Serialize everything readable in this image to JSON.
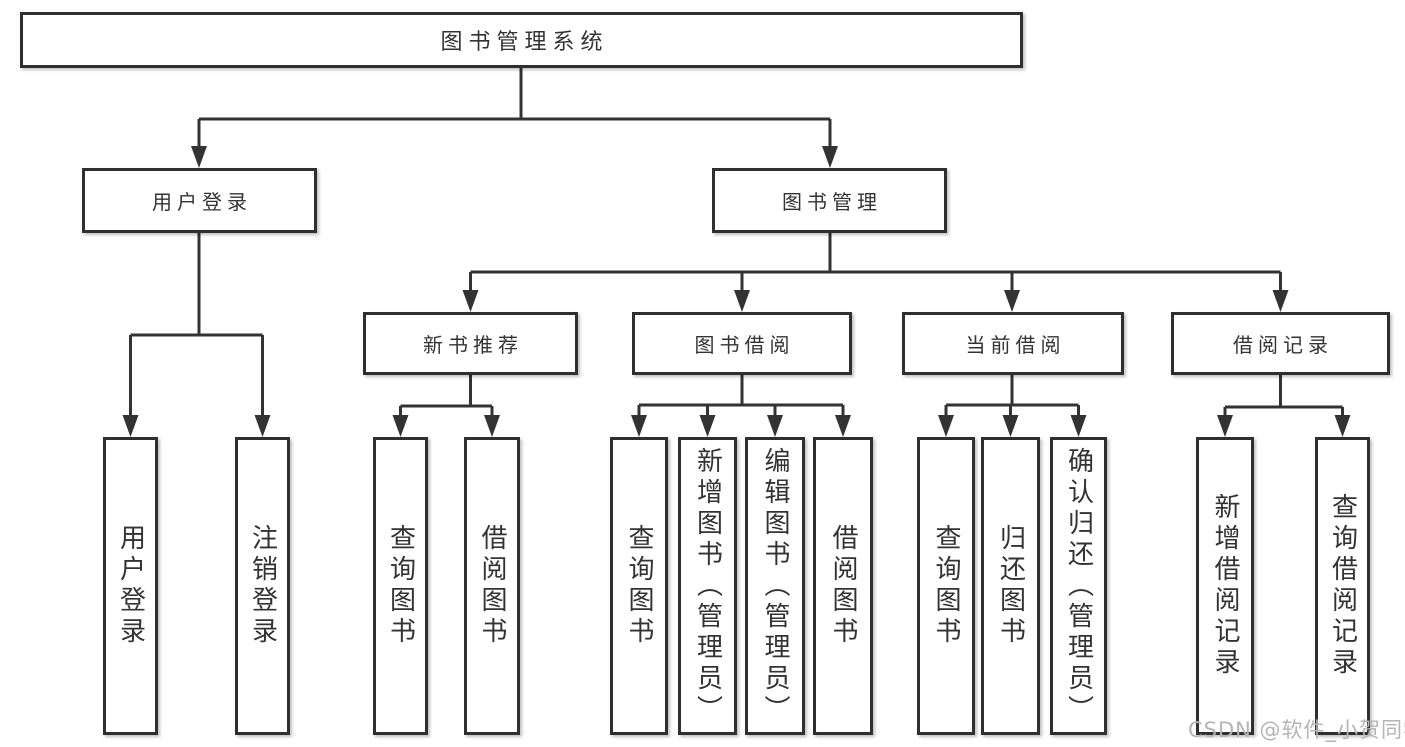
{
  "colors": {
    "line": "#333333",
    "border": "#2f2f2f",
    "text": "#333333",
    "background": "#ffffff",
    "watermark": "#b5b5b5"
  },
  "nodes": {
    "root": "图书管理系统",
    "user_login": "用户登录",
    "book_mgmt": "图书管理",
    "login": "用户登录",
    "logout": "注销登录",
    "new_book": "新书推荐",
    "book_borrow": "图书借阅",
    "current_borrow": "当前借阅",
    "borrow_record": "借阅记录",
    "nb_query": "查询图书",
    "nb_borrow": "借阅图书",
    "bb_query": "查询图书",
    "bb_add": "新增图书（管理员）",
    "bb_edit": "编辑图书（管理员）",
    "bb_borrow": "借阅图书",
    "cb_query": "查询图书",
    "cb_return": "归还图书",
    "cb_confirm": "确认归还（管理员）",
    "br_add": "新增借阅记录",
    "br_query": "查询借阅记录"
  },
  "watermark": "CSDN @软件_小贺同学"
}
